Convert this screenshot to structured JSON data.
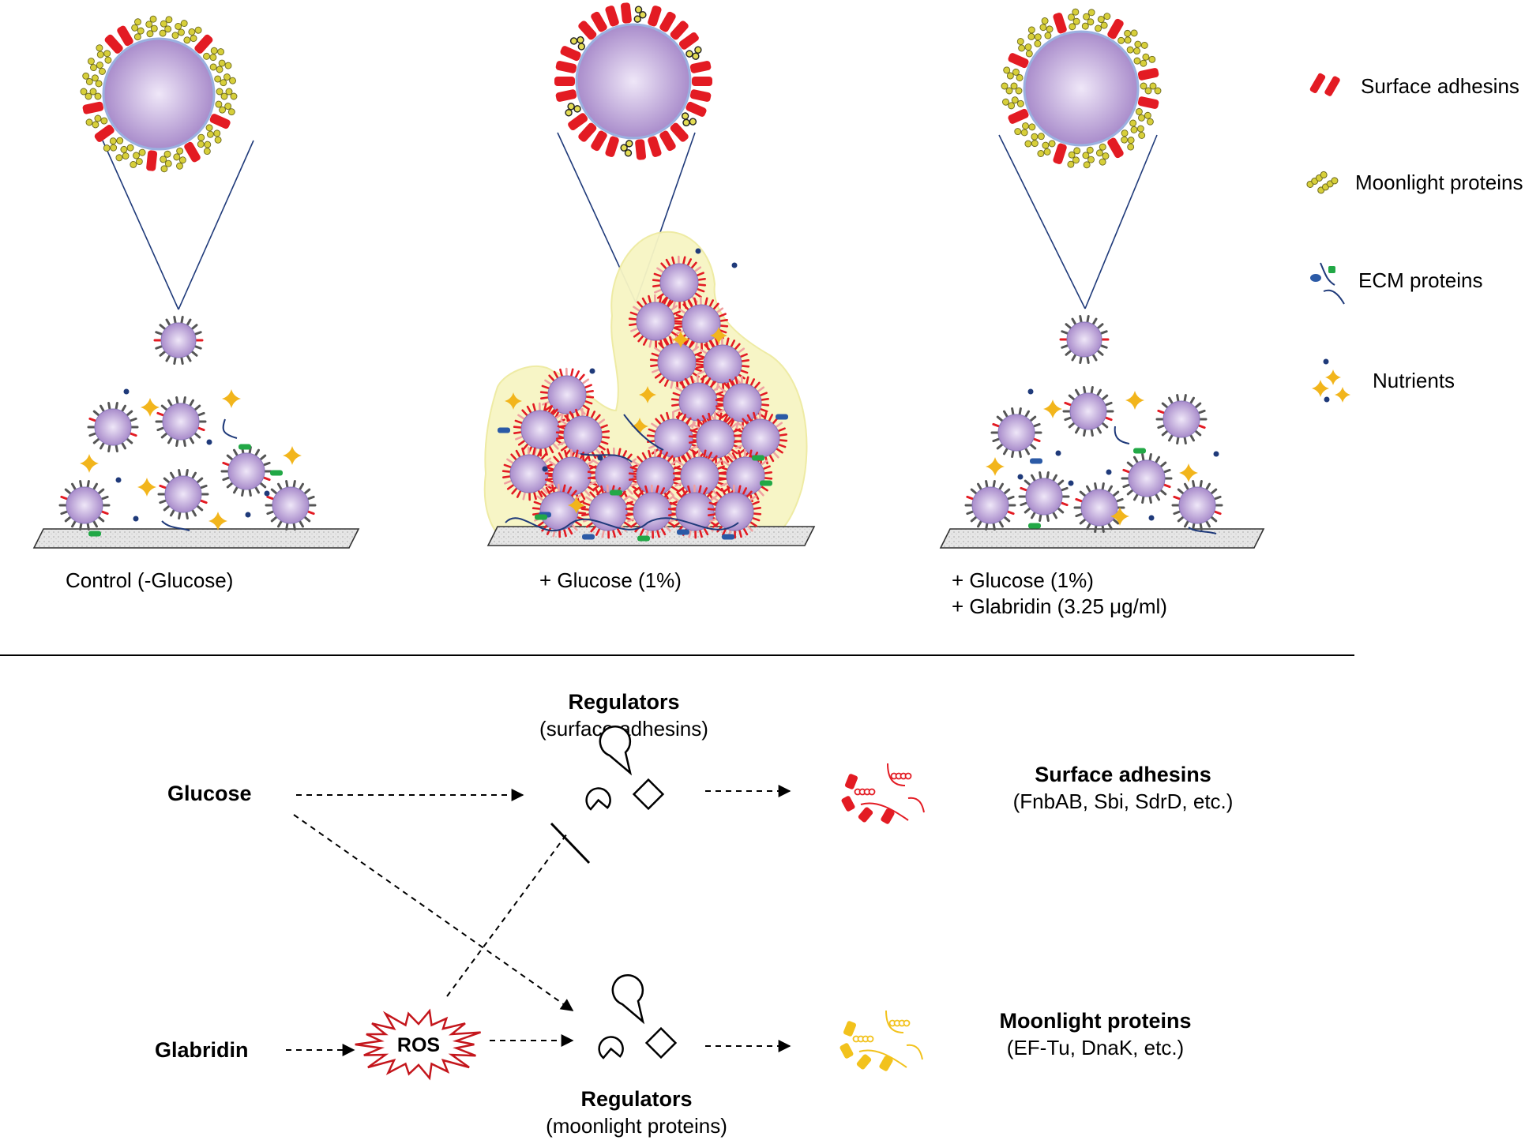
{
  "panels": [
    {
      "caption_lines": [
        "Control (-Glucose)"
      ]
    },
    {
      "caption_lines": [
        "+ Glucose (1%)"
      ]
    },
    {
      "caption_lines": [
        "+ Glucose (1%)",
        "+ Glabridin (3.25 μg/ml)"
      ]
    }
  ],
  "legend": {
    "surface_adhesins": "Surface adhesins",
    "moonlight_proteins": "Moonlight proteins",
    "ecm_proteins": "ECM proteins",
    "nutrients": "Nutrients"
  },
  "pathway": {
    "glucose": "Glucose",
    "glabridin": "Glabridin",
    "ros": "ROS",
    "regulators_top_title": "Regulators",
    "regulators_top_sub": "(surface adhesins)",
    "regulators_bottom_title": "Regulators",
    "regulators_bottom_sub": "(moonlight proteins)",
    "surface_adhesins_title": "Surface adhesins",
    "surface_adhesins_examples": "(FnbAB, Sbi, SdrD, etc.)",
    "moonlight_proteins_title": "Moonlight proteins",
    "moonlight_proteins_examples": "(EF-Tu, DnaK, etc.)"
  },
  "colors": {
    "cell_fill": "#b79bd6",
    "cell_center": "#e7dcf3",
    "adhesin_red": "#e31b23",
    "moonlight_yellow": "#d7cf3a",
    "ecm_blue": "#2b5aa6",
    "ecm_green": "#22a846",
    "nutrient_gold": "#f2b51c",
    "matrix_yellow": "#f7f5c4",
    "ros_red": "#c4161c",
    "line_navy": "#1f3a7a"
  }
}
